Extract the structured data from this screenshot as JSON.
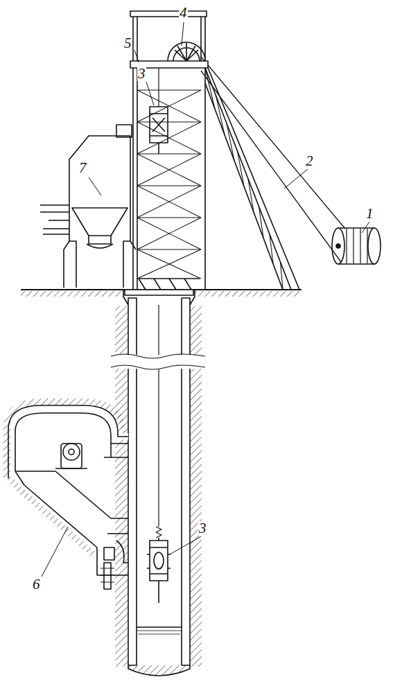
{
  "diagram": {
    "labels": [
      "4",
      "5",
      "3",
      "2",
      "7",
      "1",
      "3",
      "6"
    ]
  }
}
